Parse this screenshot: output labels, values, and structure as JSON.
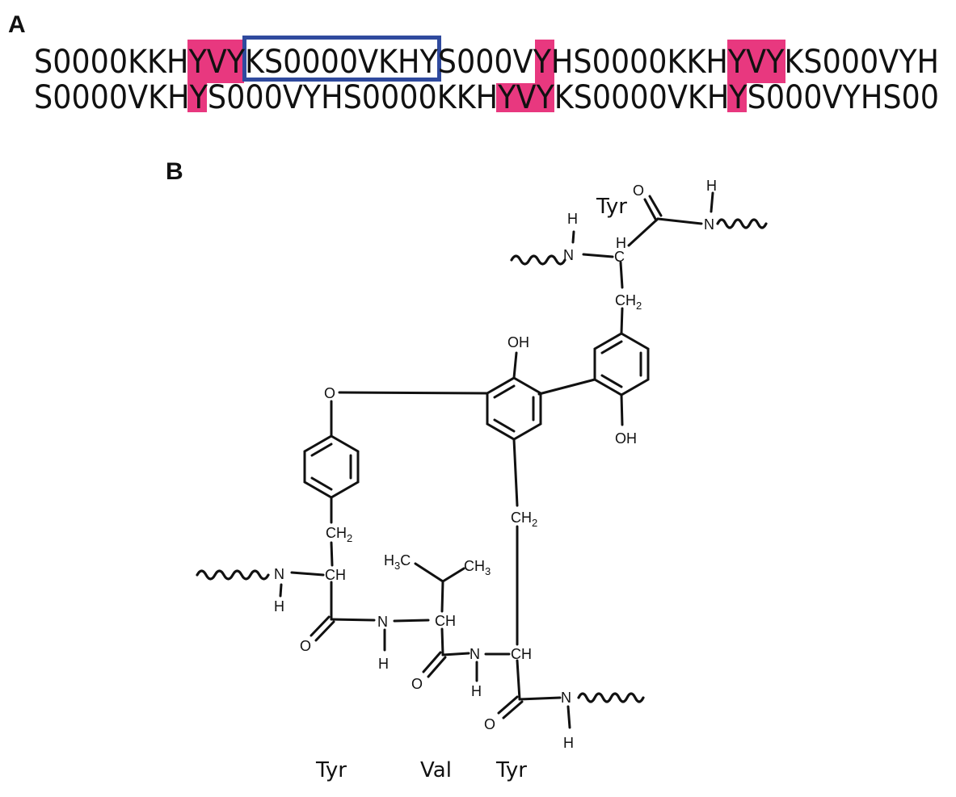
{
  "panels": {
    "a_label": "A",
    "b_label": "B"
  },
  "sequence": {
    "line1": "S0000KKHYVYKS0000VKHYS000VYHS0000KKHYVYKS000VYH",
    "line2": "S0000VKHYS000VYHS0000KKHYVYKS0000VKHYS000VYHS00",
    "highlight_color": "#e8387f",
    "box_color": "#2f4a9e"
  },
  "structure": {
    "atoms": {
      "O": "O",
      "H": "H",
      "N": "N",
      "C": "C",
      "CH": "CH",
      "CH2_main": "CH",
      "CH2_sub": "2",
      "OH": "OH",
      "H3C_h": "H",
      "H3C_3": "3",
      "H3C_c": "C",
      "CH3_main": "CH",
      "CH3_sub": "3"
    },
    "residues": {
      "top_tyr": "Tyr",
      "tyr_left": "Tyr",
      "val": "Val",
      "tyr_right": "Tyr"
    }
  }
}
